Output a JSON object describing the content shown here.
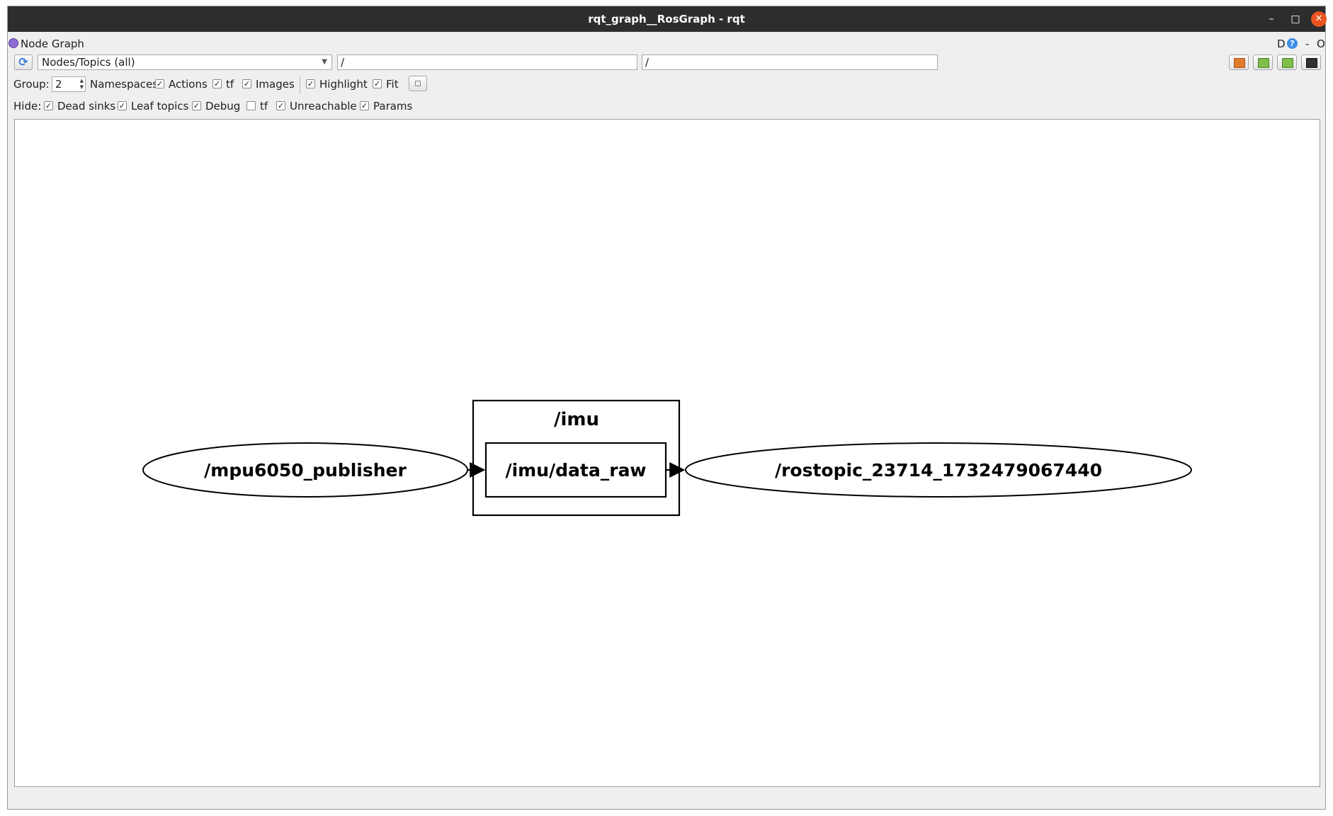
{
  "window": {
    "title": "rqt_graph__RosGraph - rqt",
    "controls": {
      "minimize": "–",
      "maximize": "□",
      "close": "✕"
    }
  },
  "plugin_bar": {
    "title": "Node Graph",
    "right_d": "D",
    "right_help": "?",
    "right_dash": "-",
    "right_o": "O"
  },
  "toolbar": {
    "refresh_icon": "refresh-icon",
    "graph_type": "Nodes/Topics (all)",
    "node_filter": "/",
    "topic_filter": "/",
    "buttons": [
      "load-dot-icon",
      "save-dot-icon",
      "save-svg-icon",
      "save-image-icon"
    ]
  },
  "options": {
    "group_label": "Group:",
    "group_value": "2",
    "namespaces_label": "Namespaces",
    "namespaces_checked": true,
    "actions_label": "Actions",
    "actions_checked": true,
    "tf_label": "tf",
    "tf_checked": true,
    "images_label": "Images",
    "images_checked": true,
    "highlight_label": "Highlight",
    "highlight_checked": true,
    "fit_label": "Fit",
    "fit_checked": true
  },
  "hide": {
    "label": "Hide:",
    "dead_sinks": "Dead sinks",
    "dead_sinks_checked": true,
    "leaf_topics": "Leaf topics",
    "leaf_topics_checked": true,
    "debug": "Debug",
    "debug_checked": true,
    "tf": "tf",
    "tf_checked": false,
    "unreachable": "Unreachable",
    "unreachable_checked": true,
    "params": "Params",
    "params_checked": true
  },
  "graph": {
    "namespace_box": "/imu",
    "nodes": [
      {
        "label": "/mpu6050_publisher",
        "kind": "node"
      },
      {
        "label": "/imu/data_raw",
        "kind": "topic"
      },
      {
        "label": "/rostopic_23714_1732479067440",
        "kind": "node"
      }
    ],
    "edges": [
      {
        "from": "/mpu6050_publisher",
        "to": "/imu/data_raw"
      },
      {
        "from": "/imu/data_raw",
        "to": "/rostopic_23714_1732479067440"
      }
    ]
  }
}
